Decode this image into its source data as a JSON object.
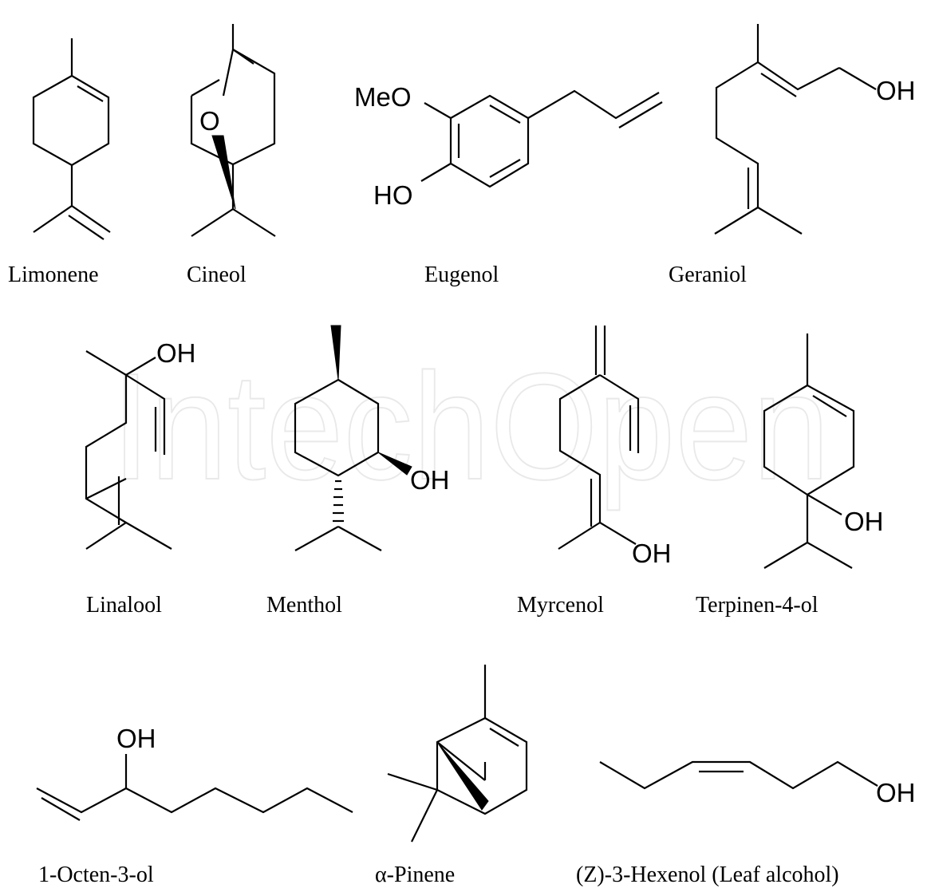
{
  "watermark": "IntechOpen",
  "molecules": {
    "limonene": {
      "name": "Limonene"
    },
    "cineol": {
      "name": "Cineol",
      "atom_o": "O"
    },
    "eugenol": {
      "name": "Eugenol",
      "atom_meo": "MeO",
      "atom_ho": "HO"
    },
    "geraniol": {
      "name": "Geraniol",
      "atom_oh": "OH"
    },
    "linalool": {
      "name": "Linalool",
      "atom_oh": "OH"
    },
    "menthol": {
      "name": "Menthol",
      "atom_oh": "OH"
    },
    "myrcenol": {
      "name": "Myrcenol",
      "atom_oh": "OH"
    },
    "terpinen4ol": {
      "name": "Terpinen-4-ol",
      "atom_oh": "OH"
    },
    "octenol": {
      "name": "1-Octen-3-ol",
      "atom_oh": "OH"
    },
    "pinene": {
      "name": "α-Pinene"
    },
    "hexenol": {
      "name": "(Z)-3-Hexenol (Leaf alcohol)",
      "atom_oh": "OH"
    }
  }
}
